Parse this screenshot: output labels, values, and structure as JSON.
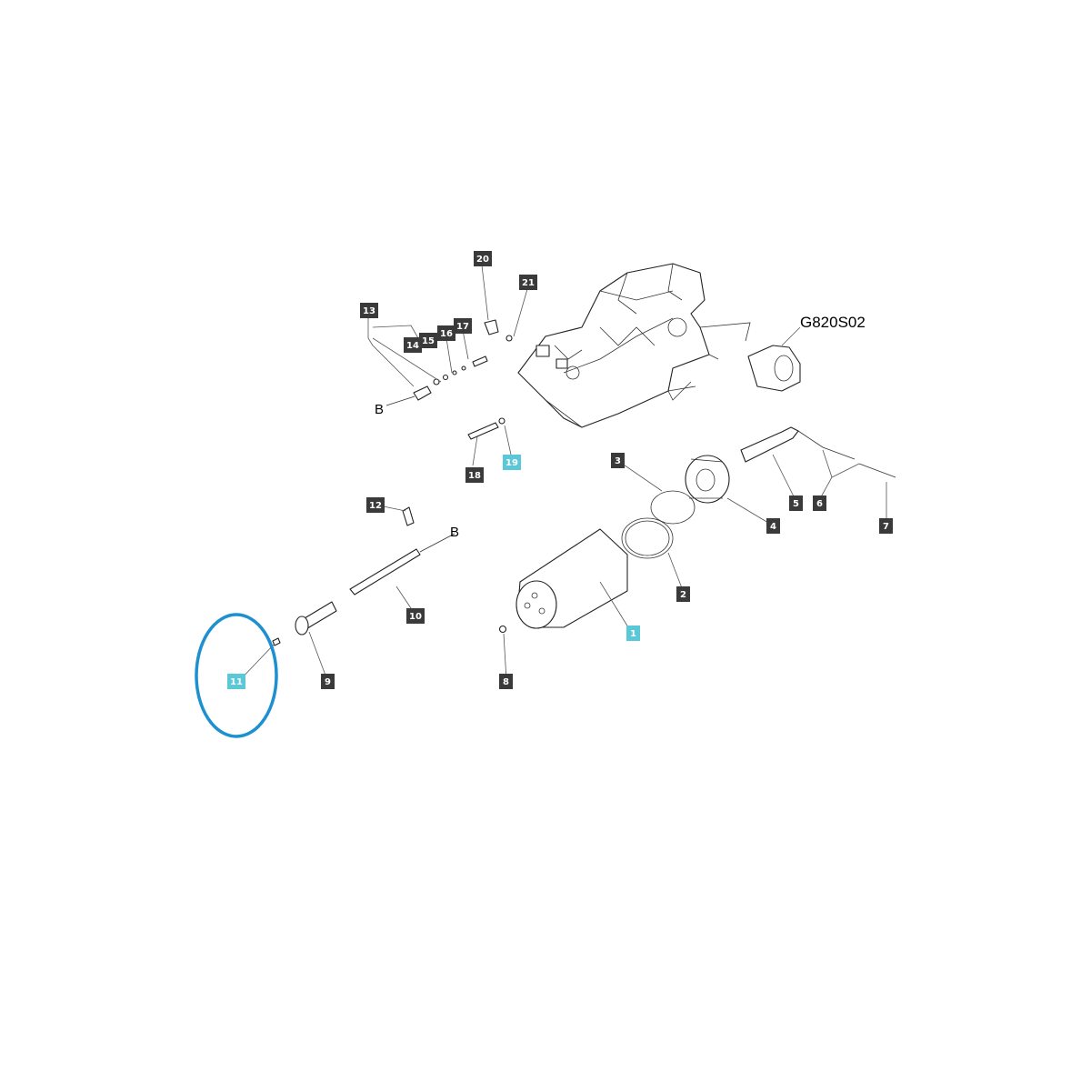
{
  "diagram": {
    "code": "G820S02",
    "ref_letter_a": "B",
    "ref_letter_b": "B",
    "highlight_color": "#5bc8d8",
    "label_color": "#3a3a3a",
    "circle_color": "#1e90d0",
    "circled_part": "11",
    "highlighted_parts": [
      "1",
      "11",
      "19"
    ]
  },
  "parts": [
    {
      "id": "p1",
      "label": "1"
    },
    {
      "id": "p2",
      "label": "2"
    },
    {
      "id": "p3",
      "label": "3"
    },
    {
      "id": "p4",
      "label": "4"
    },
    {
      "id": "p5",
      "label": "5"
    },
    {
      "id": "p6",
      "label": "6"
    },
    {
      "id": "p7",
      "label": "7"
    },
    {
      "id": "p8",
      "label": "8"
    },
    {
      "id": "p9",
      "label": "9"
    },
    {
      "id": "p10",
      "label": "10"
    },
    {
      "id": "p11",
      "label": "11"
    },
    {
      "id": "p12",
      "label": "12"
    },
    {
      "id": "p13",
      "label": "13"
    },
    {
      "id": "p14",
      "label": "14"
    },
    {
      "id": "p15",
      "label": "15"
    },
    {
      "id": "p16",
      "label": "16"
    },
    {
      "id": "p17",
      "label": "17"
    },
    {
      "id": "p18",
      "label": "18"
    },
    {
      "id": "p19",
      "label": "19"
    },
    {
      "id": "p20",
      "label": "20"
    },
    {
      "id": "p21",
      "label": "21"
    }
  ]
}
